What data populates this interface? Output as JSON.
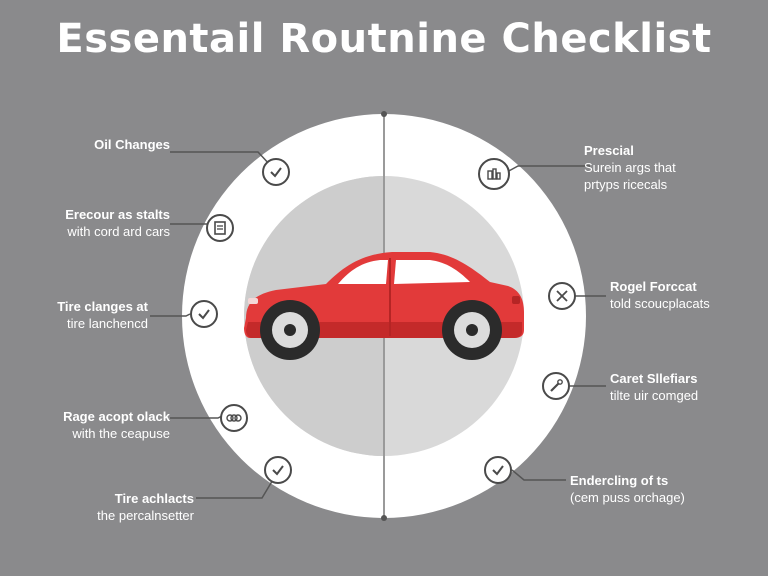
{
  "title": "Essentail Routnine Checklist",
  "colors": {
    "background": "#8a8a8c",
    "ring": "#ffffff",
    "inner_circle": "#d6d6d6",
    "car_body": "#e23a3a",
    "icon_stroke": "#4a4a4a",
    "text": "#ffffff"
  },
  "items": {
    "left": [
      {
        "head": "Oil Changes",
        "sub": "",
        "icon": "check-icon"
      },
      {
        "head": "Erecour as stalts",
        "sub": "with cord ard cars",
        "icon": "document-icon"
      },
      {
        "head": "Tire clanges at",
        "sub": "tire lanchencd",
        "icon": "check-icon"
      },
      {
        "head": "Rage acopt olack",
        "sub": "with the ceapuse",
        "icon": "tire-tread-icon"
      },
      {
        "head": "Tire achlacts",
        "sub": "the percalnsetter",
        "icon": "check-icon"
      }
    ],
    "right": [
      {
        "head": "Prescial",
        "sub1": "Surein args that",
        "sub2": "prtyps ricecals",
        "icon": "parts-icon"
      },
      {
        "head": "Rogel Forccat",
        "sub1": "told scoucplacats",
        "icon": "tools-icon"
      },
      {
        "head": "Caret Sllefiars",
        "sub1": "tilte uir comged",
        "icon": "wrench-icon"
      },
      {
        "head": "Endercling of ts",
        "sub1": "(cem puss orchage)",
        "icon": "check-icon"
      }
    ]
  }
}
